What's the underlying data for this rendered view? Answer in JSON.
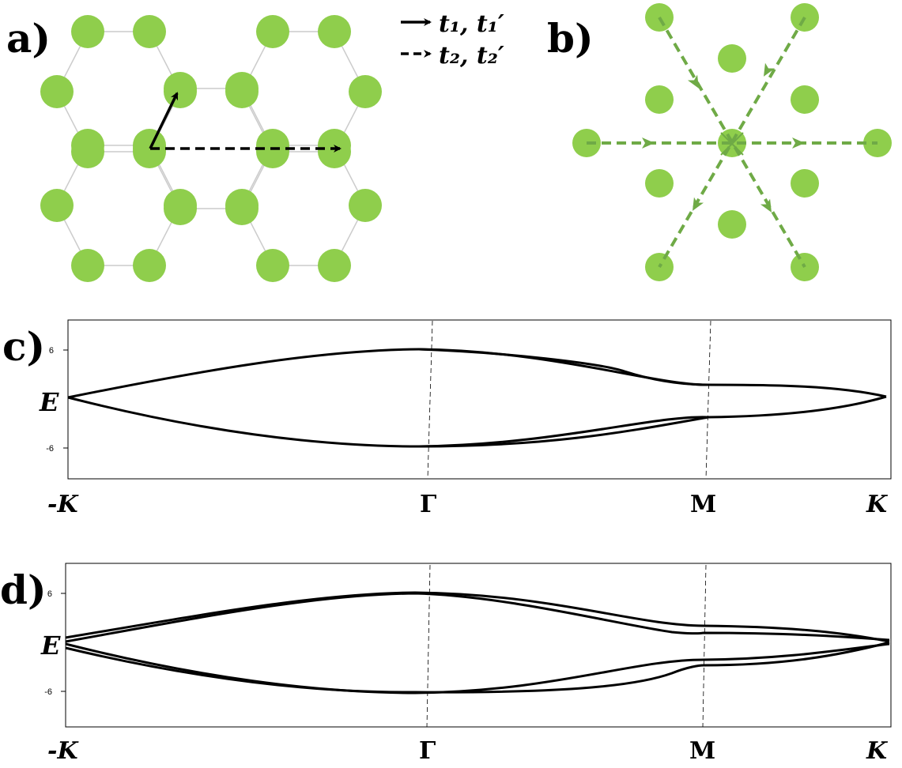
{
  "colors": {
    "site_a": "#10b0ef",
    "site_b": "#8fce4c",
    "bond": "#cccccc",
    "hop_arrow": "#000000",
    "path": "#6faa46",
    "band": "#000000"
  },
  "panel_labels": {
    "a": "a)",
    "b": "b)",
    "c": "c)",
    "d": "d)"
  },
  "legend": [
    {
      "style": "solid",
      "label": "t₁, t₁′"
    },
    {
      "style": "dashed",
      "label": "t₂, t₂′"
    }
  ],
  "band_panels": [
    {
      "id": "c",
      "ylabel": "E",
      "y_ticks": [
        {
          "value": 6,
          "label": "6"
        },
        {
          "value": -6,
          "label": "-6"
        }
      ],
      "k_labels": [
        "-K",
        "Γ",
        "M",
        "K"
      ]
    },
    {
      "id": "d",
      "ylabel": "E",
      "y_ticks": [
        {
          "value": 6,
          "label": "6"
        },
        {
          "value": -6,
          "label": "-6"
        }
      ],
      "k_labels": [
        "-K",
        "Γ",
        "M",
        "K"
      ]
    }
  ]
}
